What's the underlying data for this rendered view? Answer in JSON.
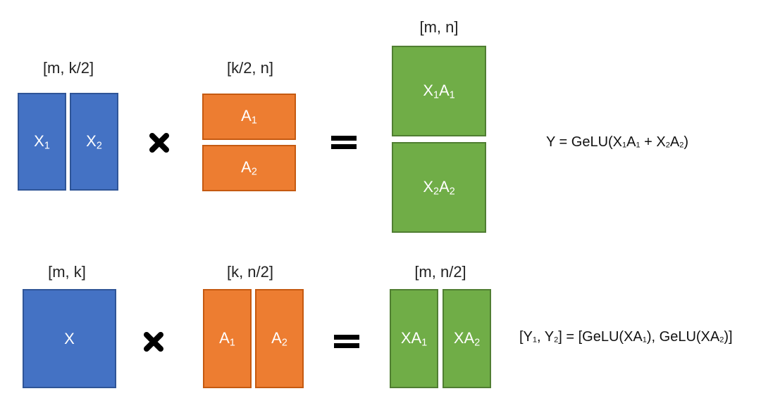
{
  "top": {
    "x_label": "[m, k/2]",
    "a_label": "[k/2, n]",
    "out_label": "[m, n]",
    "x1": {
      "base": "X",
      "sub": "1"
    },
    "x2": {
      "base": "X",
      "sub": "2"
    },
    "a1": {
      "base": "A",
      "sub": "1"
    },
    "a2": {
      "base": "A",
      "sub": "2"
    },
    "p1": {
      "b1": "X",
      "s1": "1",
      "b2": "A",
      "s2": "1"
    },
    "p2": {
      "b1": "X",
      "s1": "2",
      "b2": "A",
      "s2": "2"
    },
    "formula": {
      "t0": "Y = GeLU(X",
      "s0": "1",
      "t1": "A",
      "s1": "1",
      "t2": " + X",
      "s2": "2",
      "t3": "A",
      "s3": "2",
      "t4": ")"
    }
  },
  "bottom": {
    "x_label": "[m, k]",
    "a_label": "[k, n/2]",
    "out_label": "[m, n/2]",
    "x": "X",
    "a1": {
      "base": "A",
      "sub": "1"
    },
    "a2": {
      "base": "A",
      "sub": "2"
    },
    "o1": {
      "base": "XA",
      "sub": "1"
    },
    "o2": {
      "base": "XA",
      "sub": "2"
    },
    "formula": {
      "t0": "[Y",
      "s0": "1",
      "t1": ", Y",
      "s1": "2",
      "t2": "] = [GeLU(XA",
      "s2": "1",
      "t3": "), GeLU(XA",
      "s3": "2",
      "t4": ")]"
    }
  },
  "colors": {
    "blue": "#4472C4",
    "orange": "#ED7D31",
    "green": "#70AD47"
  },
  "icons": {
    "multiply": "multiply-icon",
    "equals": "equals-icon"
  }
}
